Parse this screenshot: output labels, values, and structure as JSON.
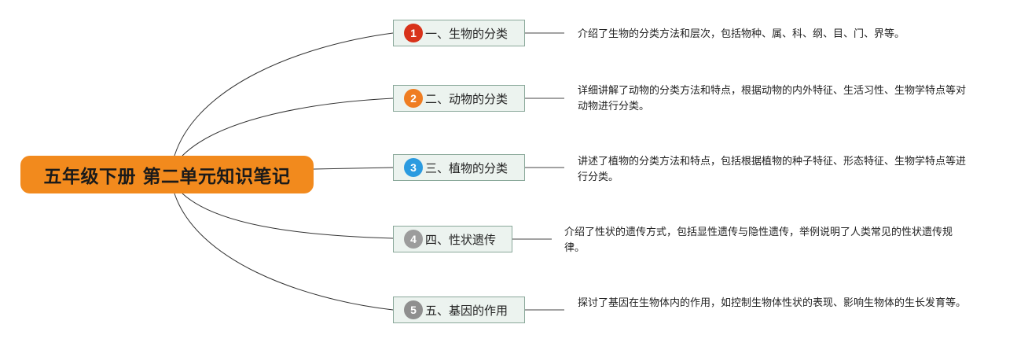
{
  "root": {
    "title": "五年级下册 第二单元知识笔记"
  },
  "topics": [
    {
      "num": "1",
      "label": "一、生物的分类",
      "color": "#d8321a",
      "desc": "介绍了生物的分类方法和层次，包括物种、属、科、纲、目、门、界等。"
    },
    {
      "num": "2",
      "label": "二、动物的分类",
      "color": "#ef7d22",
      "desc": "详细讲解了动物的分类方法和特点，根据动物的内外特征、生活习性、生物学特点等对动物进行分类。"
    },
    {
      "num": "3",
      "label": "三、植物的分类",
      "color": "#2b9be0",
      "desc": "讲述了植物的分类方法和特点，包括根据植物的种子特征、形态特征、生物学特点等进行分类。"
    },
    {
      "num": "4",
      "label": "四、性状遗传",
      "color": "#9c9c9c",
      "desc": "介绍了性状的遗传方式，包括显性遗传与隐性遗传，举例说明了人类常见的性状遗传规律。"
    },
    {
      "num": "5",
      "label": "五、基因的作用",
      "color": "#8f8f8f",
      "desc": "探讨了基因在生物体内的作用，如控制生物体性状的表现、影响生物体的生长发育等。"
    }
  ]
}
